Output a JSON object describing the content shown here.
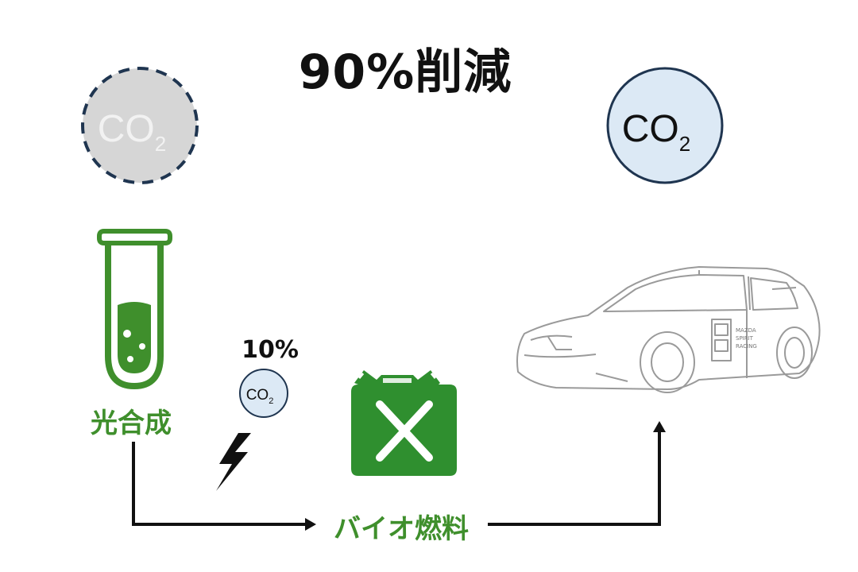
{
  "title": "90%削減",
  "co2": {
    "main": "CO",
    "sub": "2"
  },
  "small_co2_percent": "10%",
  "labels": {
    "photosynthesis": "光合成",
    "biofuel": "バイオ燃料"
  },
  "car_side_text": [
    "MAZDA",
    "SPIRIT",
    "RACING"
  ],
  "colors": {
    "accent_green": "#3f8f2c",
    "co2_removed_fill": "#d6d6d6",
    "co2_removed_border": "#1f3550",
    "co2_emitted_fill": "#dce9f5",
    "co2_emitted_border": "#1f3550",
    "arrow": "#111111",
    "text": "#111111"
  },
  "icons": {
    "test_tube": "test-tube-icon",
    "lightning": "lightning-icon",
    "fuel_can": "fuel-can-icon",
    "car": "car-icon"
  }
}
